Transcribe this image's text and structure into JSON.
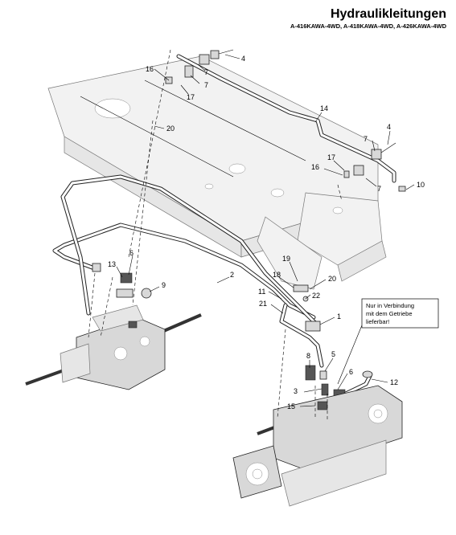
{
  "header": {
    "title": "Hydraulikleitungen",
    "subtitle": "A-416KAWA-4WD, A-418KAWA-4WD, A-426KAWA-4WD"
  },
  "note": {
    "line1": "Nur in Verbindung",
    "line2": "mit dem Getriebe",
    "line3": "lieferbar!"
  },
  "callouts": [
    "4",
    "7",
    "16",
    "7",
    "17",
    "20",
    "14",
    "4",
    "7",
    "17",
    "16",
    "7",
    "10",
    "2",
    "19",
    "18",
    "20",
    "13",
    "6",
    "9",
    "11",
    "22",
    "21",
    "1",
    "8",
    "5",
    "6",
    "12",
    "3",
    "15"
  ],
  "colors": {
    "line": "#222222",
    "frame": "#f2f2f2",
    "background": "#ffffff"
  }
}
